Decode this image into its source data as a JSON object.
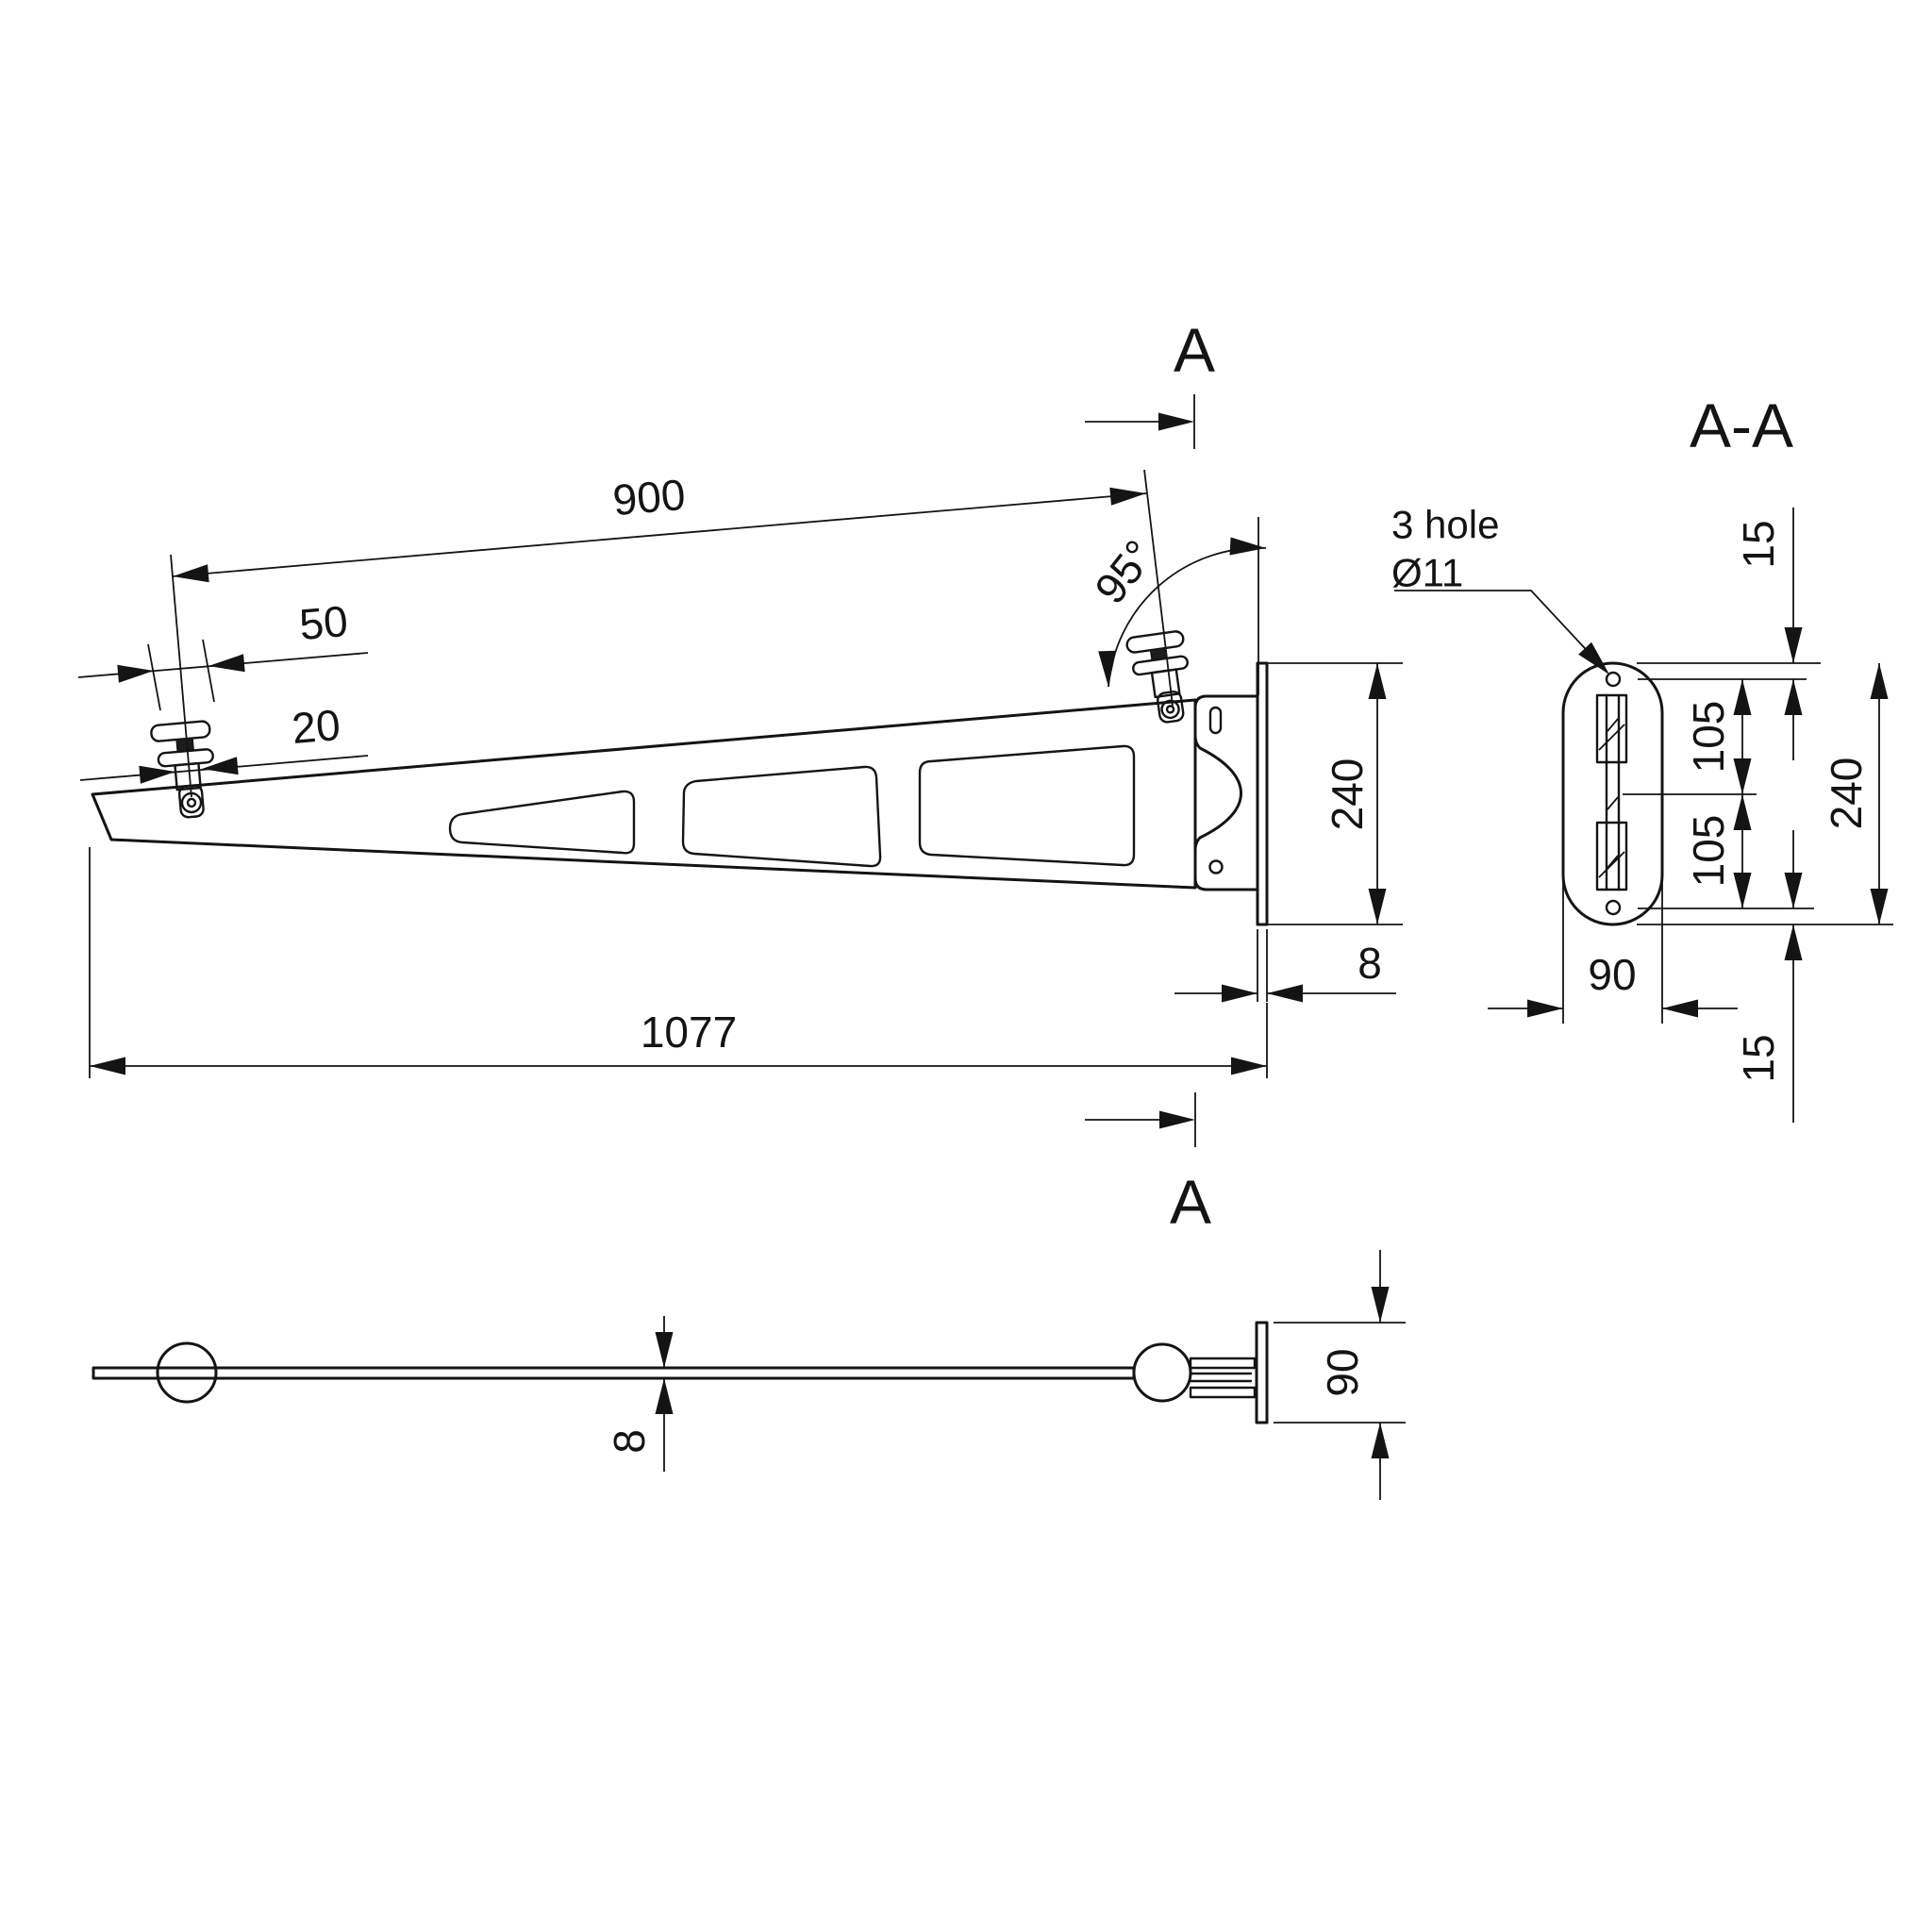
{
  "meta": {
    "background_color": "#ffffff",
    "line_color": "#141414",
    "drawing_type": "bracket technical drawing"
  },
  "section_markers": {
    "top": "A",
    "bottom": "A"
  },
  "section_title": "A-A",
  "leader_note": {
    "line1": "3 hole",
    "line2": "Ø11"
  },
  "dims": {
    "arm_length": "900",
    "clamp_disc": "50",
    "clamp_stem": "20",
    "angle": "95°",
    "plate_height": "240",
    "plate_thickness": "8",
    "overall_length": "1077",
    "aa_top_edge_to_hole": "15",
    "aa_hole_pitch_upper": "105",
    "aa_hole_pitch_lower": "105",
    "aa_plate_height": "240",
    "aa_plate_width": "90",
    "aa_bottom_edge_to_hole": "15",
    "top_arm_thickness": "8",
    "top_plate_width": "90"
  }
}
